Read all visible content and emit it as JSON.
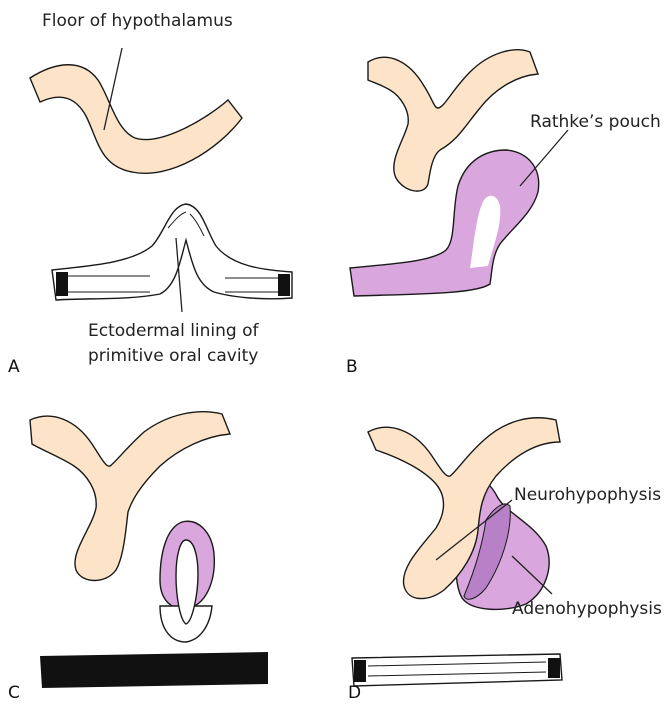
{
  "colors": {
    "hypothalamus": "#fde4c8",
    "pouch": "#d9a6dd",
    "pouch_dark": "#b880c6",
    "outline": "#1a1a1a",
    "stomodeum_band": "#111111"
  },
  "panels": {
    "a": {
      "letter": "A",
      "label_floor": "Floor of hypothalamus",
      "label_ecto_line1": "Ectodermal lining of",
      "label_ecto_line2": "primitive oral cavity"
    },
    "b": {
      "letter": "B",
      "label_pouch": "Rathke’s pouch"
    },
    "c": {
      "letter": "C"
    },
    "d": {
      "letter": "D",
      "label_neuro": "Neurohypophysis",
      "label_adeno": "Adenohypophysis"
    }
  }
}
